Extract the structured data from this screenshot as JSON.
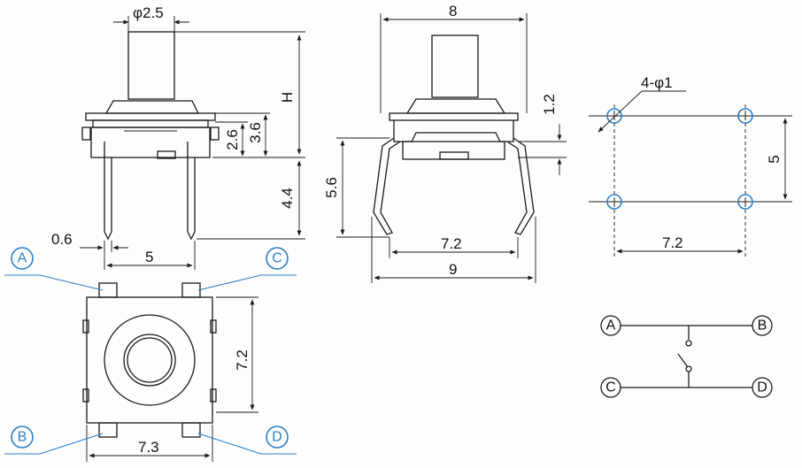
{
  "side_view": {
    "diameter_label": "φ2.5",
    "height_label": "H",
    "dim_3_6": "3.6",
    "dim_2_6": "2.6",
    "dim_4_4": "4.4",
    "dim_0_6": "0.6",
    "dim_5": "5"
  },
  "front_view": {
    "dim_8": "8",
    "dim_1_2": "1.2",
    "dim_5_6": "5.6",
    "dim_7_2": "7.2",
    "dim_9": "9"
  },
  "top_view": {
    "dim_7_2": "7.2",
    "dim_7_3": "7.3",
    "pin_labels": [
      "A",
      "B",
      "C",
      "D"
    ]
  },
  "pcb_layout": {
    "hole_label": "4-φ1",
    "dim_5": "5",
    "dim_7_2": "7.2"
  },
  "schematic": {
    "terminals": [
      "A",
      "B",
      "C",
      "D"
    ]
  },
  "colors": {
    "callout": "#2b7fc5",
    "line": "#1a1a1a"
  }
}
